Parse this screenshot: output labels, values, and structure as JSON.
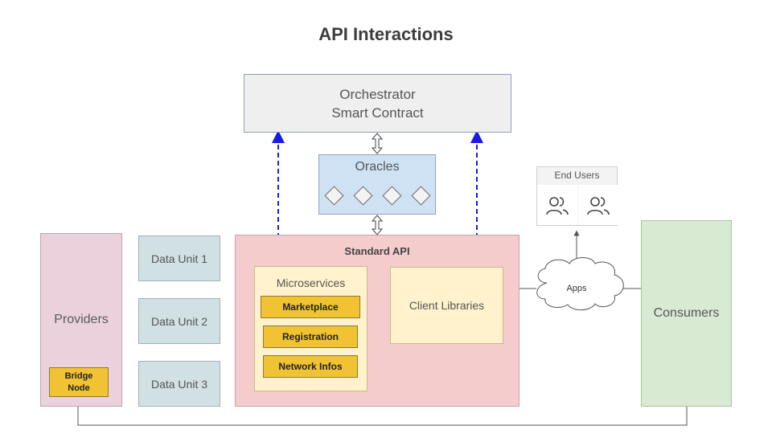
{
  "title": "API Interactions",
  "orchestrator": {
    "line1": "Orchestrator",
    "line2": "Smart Contract"
  },
  "oracles": {
    "label": "Oracles",
    "diamond_count": 4
  },
  "end_users": {
    "label": "End Users",
    "icons": [
      "users-icon",
      "users-icon"
    ]
  },
  "providers": {
    "label": "Providers",
    "bridge_line1": "Bridge",
    "bridge_line2": "Node"
  },
  "data_units": [
    "Data Unit 1",
    "Data Unit 2",
    "Data Unit 3"
  ],
  "standard_api": {
    "label": "Standard API",
    "microservices": {
      "label": "Microservices",
      "items": [
        "Marketplace",
        "Registration",
        "Network Infos"
      ]
    },
    "client_libraries": "Client Libraries"
  },
  "apps": "Apps",
  "consumers": "Consumers",
  "colors": {
    "orchestrator": "#efefef",
    "oracles": "#cfe2f3",
    "providers": "#ead1dc",
    "data_unit": "#d0e0e3",
    "standard_api": "#f4cccc",
    "microservices": "#fff2cc",
    "service_button": "#f1c232",
    "consumers": "#d9ead3",
    "dashed_arrow": "#1a1ae6",
    "double_arrow": "#c27ba0"
  }
}
